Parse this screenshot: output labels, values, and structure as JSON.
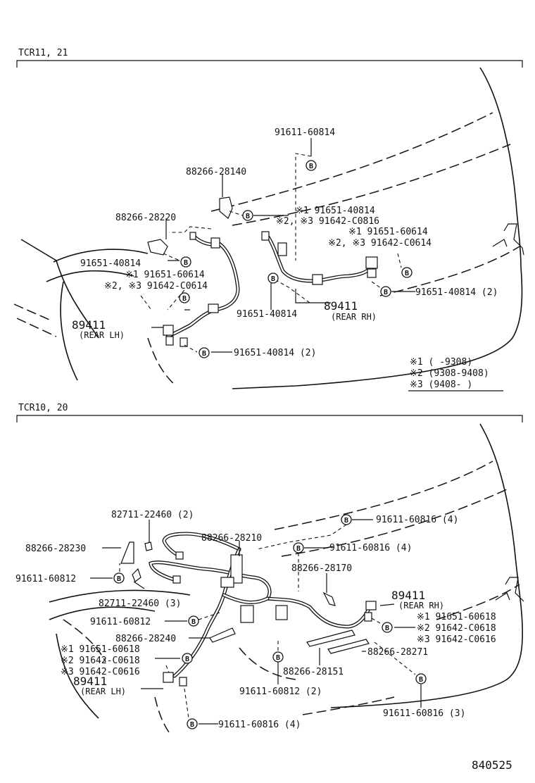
{
  "sections": [
    {
      "title": "TCR11, 21"
    },
    {
      "title": "TCR10, 20"
    }
  ],
  "bolt_symbol": "B",
  "top": {
    "labels": {
      "p1": "91611-60814",
      "p2": "88266-28140",
      "p3a": "※1  91651-40814",
      "p3b": "※2, ※3  91642-C0816",
      "p4": "88266-28220",
      "p5a": "※1  91651-60614",
      "p5b": "※2, ※3  91642-C0614",
      "p6": "91651-40814",
      "p7a": "※1  91651-60614",
      "p7b": "※2, ※3  91642-C0614",
      "p8": "91651-40814",
      "p9": "89411",
      "p9b": "(REAR RH)",
      "p10": "91651-40814 (2)",
      "p11": "89411",
      "p11b": "(REAR LH)",
      "p12": "91651-40814 (2)"
    },
    "legend": [
      "※1  (      -9308)",
      "※2  (9308-9408)",
      "※3  (9408-      )"
    ]
  },
  "bottom": {
    "labels": {
      "q1": "82711-22460 (2)",
      "q2": "88266-28210",
      "q3": "91611-60816 (4)",
      "q4": "88266-28230",
      "q5": "91611-60816 (4)",
      "q6": "91611-60812",
      "q7": "88266-28170",
      "q8": "82711-22460 (3)",
      "q9": "89411",
      "q9b": "(REAR RH)",
      "q10": "91611-60812",
      "q11a": "※1  91651-60618",
      "q11b": "※2  91642-C0618",
      "q11c": "※3  91642-C0616",
      "q12": "88266-28240",
      "q13": "88266-28271",
      "q14a": "※1  91651-60618",
      "q14b": "※2  91642-C0618",
      "q14c": "※3  91642-C0616",
      "q15": "89411",
      "q15b": "(REAR LH)",
      "q16": "88266-28151",
      "q17": "91611-60812 (2)",
      "q18": "91611-60816 (3)",
      "q19": "91611-60816 (4)"
    }
  },
  "figure_number": "840525"
}
